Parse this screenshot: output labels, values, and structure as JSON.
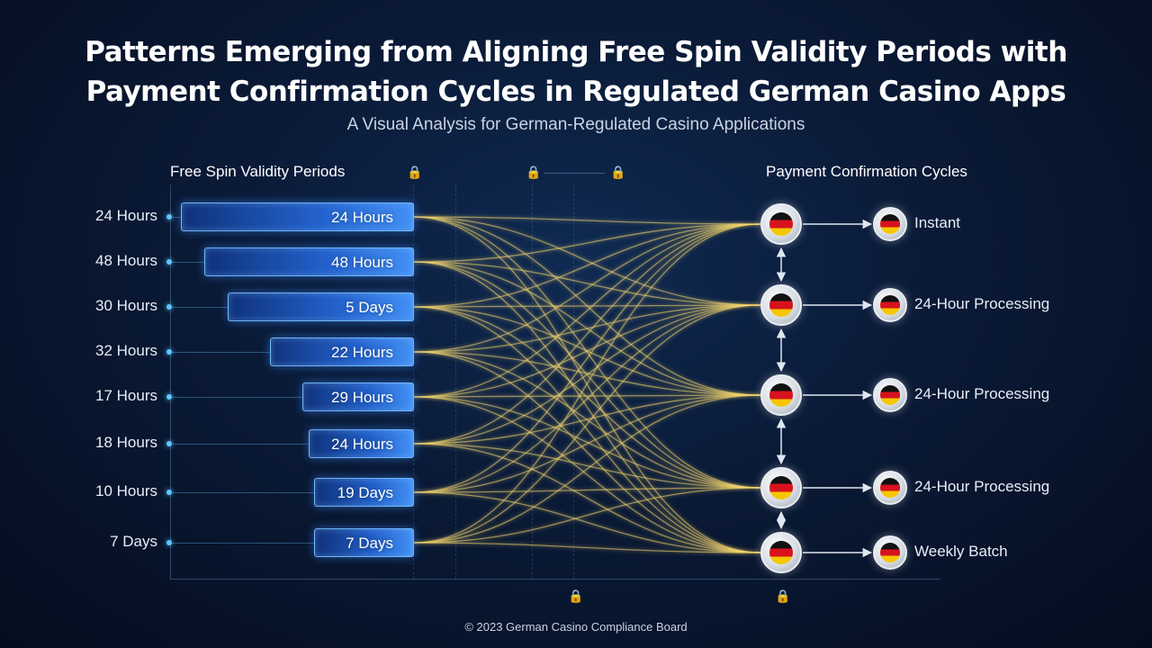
{
  "title_line1": "Patterns Emerging from Aligning Free Spin Validity Periods with",
  "title_line2": "Payment Confirmation Cycles in Regulated German Casino Apps",
  "subtitle": "A Visual Analysis for German-Regulated Casino Applications",
  "left_heading": "Free Spin Validity Periods",
  "right_heading": "Payment Confirmation Cycles",
  "rows": [
    {
      "label": "24 Hours",
      "bar": "24 Hours"
    },
    {
      "label": "48 Hours",
      "bar": "48 Hours"
    },
    {
      "label": "30 Hours",
      "bar": "5 Days"
    },
    {
      "label": "32 Hours",
      "bar": "22 Hours"
    },
    {
      "label": "17 Hours",
      "bar": "29 Hours"
    },
    {
      "label": "18 Hours",
      "bar": "24 Hours"
    },
    {
      "label": "10 Hours",
      "bar": "19 Days"
    },
    {
      "label": "7 Days",
      "bar": "7 Days"
    }
  ],
  "cycles": [
    "Instant",
    "24-Hour Processing",
    "24-Hour Processing",
    "24-Hour Processing",
    "Weekly Batch"
  ],
  "icons": {
    "node": "german-flag-icon",
    "lock": "lock-icon"
  },
  "colors": {
    "link": "#f5d76e",
    "bar": "#3c8cff",
    "dot": "#5ec8ff"
  },
  "footer": "© 2023 German Casino Compliance Board"
}
